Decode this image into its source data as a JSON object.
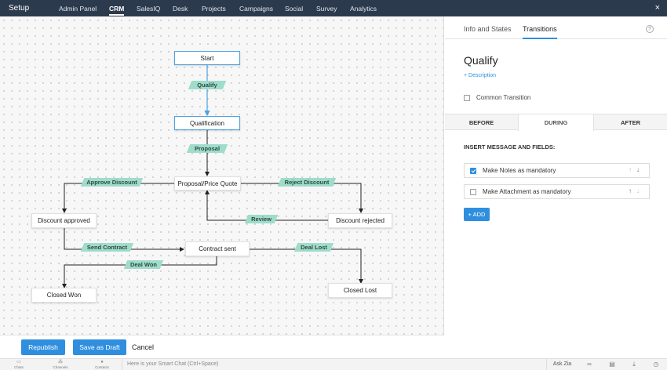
{
  "topbar": {
    "brand": "Setup",
    "nav": [
      "Admin Panel",
      "CRM",
      "SalesIQ",
      "Desk",
      "Projects",
      "Campaigns",
      "Social",
      "Survey",
      "Analytics"
    ],
    "active": "CRM",
    "close_icon": "×"
  },
  "flow": {
    "states": {
      "start": "Start",
      "qualification": "Qualification",
      "proposal_quote": "Proposal/Price Quote",
      "discount_approved": "Discount approved",
      "discount_rejected": "Discount rejected",
      "contract_sent": "Contract sent",
      "closed_won": "Closed Won",
      "closed_lost": "Closed Lost"
    },
    "transitions": {
      "qualify": "Qualify",
      "proposal": "Proposal",
      "approve_discount": "Approve Discount",
      "reject_discount": "Reject Discount",
      "review": "Review",
      "send_contract": "Send Contract",
      "deal_lost": "Deal Lost",
      "deal_won": "Deal Won"
    },
    "colors": {
      "transition_fill": "#9fdcc9",
      "selected_border": "#4da3e0",
      "line": "#222222",
      "selected_line": "#4da3e0"
    }
  },
  "footer": {
    "republish": "Republish",
    "save_draft": "Save as Draft",
    "cancel": "Cancel"
  },
  "panel": {
    "tabs": [
      "Info and States",
      "Transitions"
    ],
    "active_tab": "Transitions",
    "help_icon": "?",
    "title": "Qualify",
    "description_link": "+ Description",
    "common_transition": "Common Transition",
    "common_transition_checked": false,
    "stages": [
      "BEFORE",
      "DURING",
      "AFTER"
    ],
    "active_stage": "DURING",
    "section_title": "INSERT MESSAGE AND FIELDS:",
    "fields": [
      {
        "label": "Make Notes as mandatory",
        "checked": true
      },
      {
        "label": "Make Attachment as mandatory",
        "checked": false
      }
    ],
    "add_button": "+ ADD",
    "accent": "#2f8fde"
  },
  "statusbar": {
    "left_icons": [
      {
        "label": "Chats",
        "icon": "chat-icon"
      },
      {
        "label": "Channels",
        "icon": "channels-icon"
      },
      {
        "label": "Contacts",
        "icon": "contacts-icon"
      }
    ],
    "chat_placeholder": "Here is your Smart Chat (Ctrl+Space)",
    "ask_zia": "Ask Zia",
    "right_icons": [
      "zia-icon",
      "notes-icon",
      "download-icon",
      "alarm-icon"
    ]
  }
}
